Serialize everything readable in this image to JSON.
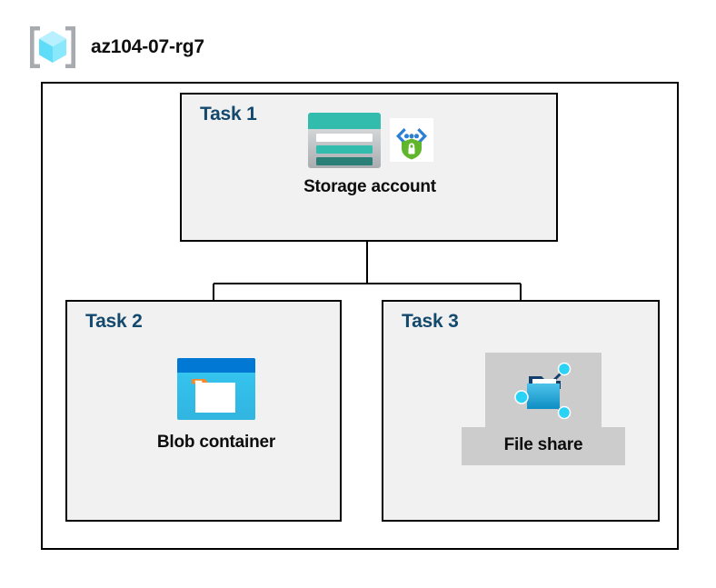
{
  "header": {
    "resource_group_icon": "resource-group-cube-icon",
    "title": "az104-07-rg7"
  },
  "diagram": {
    "type": "hierarchy",
    "root": "Task 1",
    "children": [
      "Task 2",
      "Task 3"
    ],
    "boxes": [
      {
        "id": "task1",
        "label": "Task 1",
        "node_caption": "Storage account",
        "icons": [
          "storage-account-icon",
          "secure-identity-icon"
        ],
        "highlighted": false
      },
      {
        "id": "task2",
        "label": "Task 2",
        "node_caption": "Blob container",
        "icons": [
          "blob-container-icon"
        ],
        "highlighted": false
      },
      {
        "id": "task3",
        "label": "Task 3",
        "node_caption": "File share",
        "icons": [
          "file-share-icon"
        ],
        "highlighted": true
      }
    ]
  },
  "colors": {
    "task_label": "#14496e",
    "box_fill": "#f1f1f1",
    "box_border": "#000000",
    "caption_text": "#0d0d0d",
    "highlight_band": "#cccccc",
    "storage_teal": "#32bcad",
    "storage_teal_dark": "#2a7f76",
    "blob_blue_dark": "#0078d4",
    "blob_cyan": "#32c8f0",
    "blob_folder_orange": "#f7892b",
    "shield_green": "#5fb52b",
    "bracket_gray": "#a0a4a8",
    "cube_cyan": "#9aeaff"
  }
}
